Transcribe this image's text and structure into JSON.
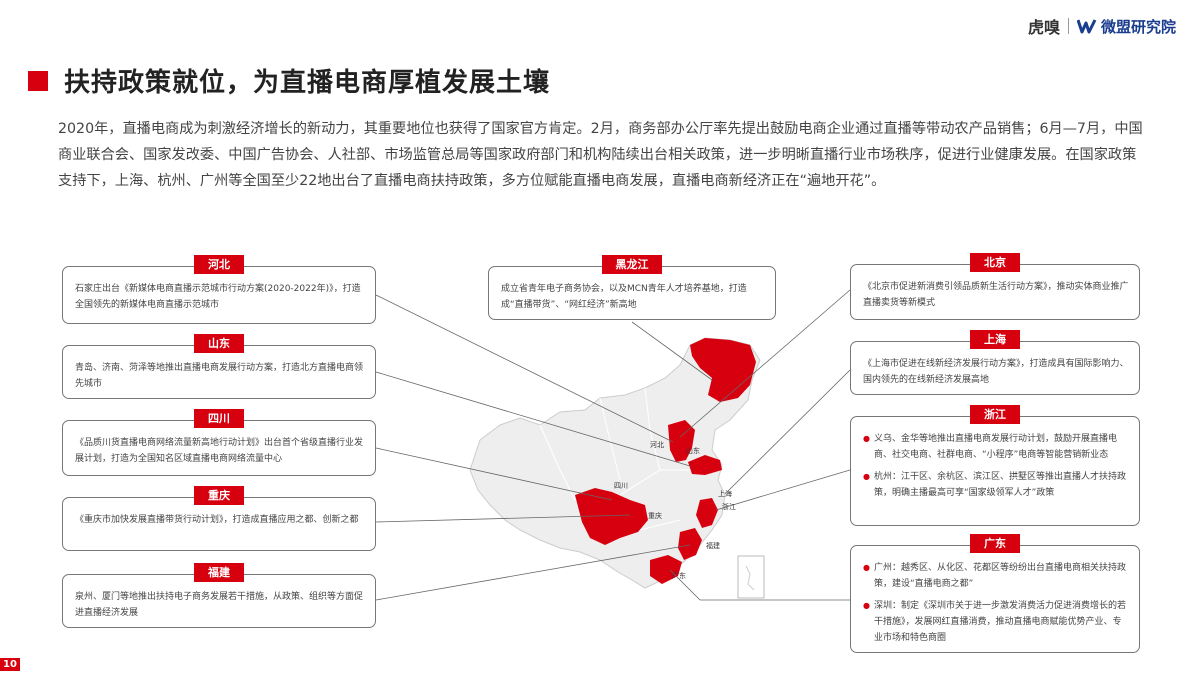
{
  "brand": {
    "huxiu": "虎嗅",
    "weimeng": "微盟研究院"
  },
  "title": "扶持政策就位，为直播电商厚植发展土壤",
  "intro": "2020年，直播电商成为刺激经济增长的新动力，其重要地位也获得了国家官方肯定。2月，商务部办公厅率先提出鼓励电商企业通过直播等带动农产品销售；6月—7月，中国商业联合会、国家发改委、中国广告协会、人社部、市场监管总局等国家政府部门和机构陆续出台相关政策，进一步明晰直播行业市场秩序，促进行业健康发展。在国家政策支持下，上海、杭州、广州等全国至少22地出台了直播电商扶持政策，多方位赋能直播电商发展，直播电商新经济正在“遍地开花”。",
  "regions": {
    "hebei": {
      "name": "河北",
      "text": "石家庄出台《新媒体电商直播示范城市行动方案(2020-2022年)》，打造全国领先的新媒体电商直播示范城市"
    },
    "shandong": {
      "name": "山东",
      "text": "青岛、济南、菏泽等地推出直播电商发展行动方案，打造北方直播电商领先城市"
    },
    "sichuan": {
      "name": "四川",
      "text": "《品质川货直播电商网络流量新高地行动计划》出台首个省级直播行业发展计划，打造为全国知名区域直播电商网络流量中心"
    },
    "chongqing": {
      "name": "重庆",
      "text": "《重庆市加快发展直播带货行动计划》，打造成直播应用之都、创新之都"
    },
    "fujian": {
      "name": "福建",
      "text": "泉州、厦门等地推出扶持电子商务发展若干措施，从政策、组织等方面促进直播经济发展"
    },
    "heilongjiang": {
      "name": "黑龙江",
      "text": "成立省青年电子商务协会，以及MCN青年人才培养基地，打造成“直播带货”、“网红经济”新高地"
    },
    "beijing": {
      "name": "北京",
      "text": "《北京市促进新消费引领品质新生活行动方案》，推动实体商业推广直播卖货等新模式"
    },
    "shanghai": {
      "name": "上海",
      "text": "《上海市促进在线新经济发展行动方案》，打造成具有国际影响力、国内领先的在线新经济发展高地"
    },
    "zhejiang": {
      "name": "浙江",
      "bullets": [
        "义乌、金华等地推出直播电商发展行动计划，鼓励开展直播电商、社交电商、社群电商、“小程序”电商等智能营销新业态",
        "杭州：江干区、余杭区、滨江区、拱墅区等推出直播人才扶持政策，明确主播最高可享“国家级领军人才”政策"
      ]
    },
    "guangdong": {
      "name": "广东",
      "bullets": [
        "广州：越秀区、从化区、花都区等纷纷出台直播电商相关扶持政策，建设“直播电商之都”",
        "深圳：制定《深圳市关于进一步激发消费活力促进消费增长的若干措施》，发展网红直播消费，推动直播电商赋能优势产业、专业市场和特色商圈"
      ]
    }
  },
  "map_labels": {
    "hebei": "河北",
    "shandong": "山东",
    "sichuan": "四川",
    "chongqing": "重庆",
    "shanghai": "上海",
    "zhejiang": "浙江",
    "fujian": "福建",
    "guangdong": "广东"
  },
  "page_number": "10",
  "colors": {
    "accent": "#d7000f"
  }
}
